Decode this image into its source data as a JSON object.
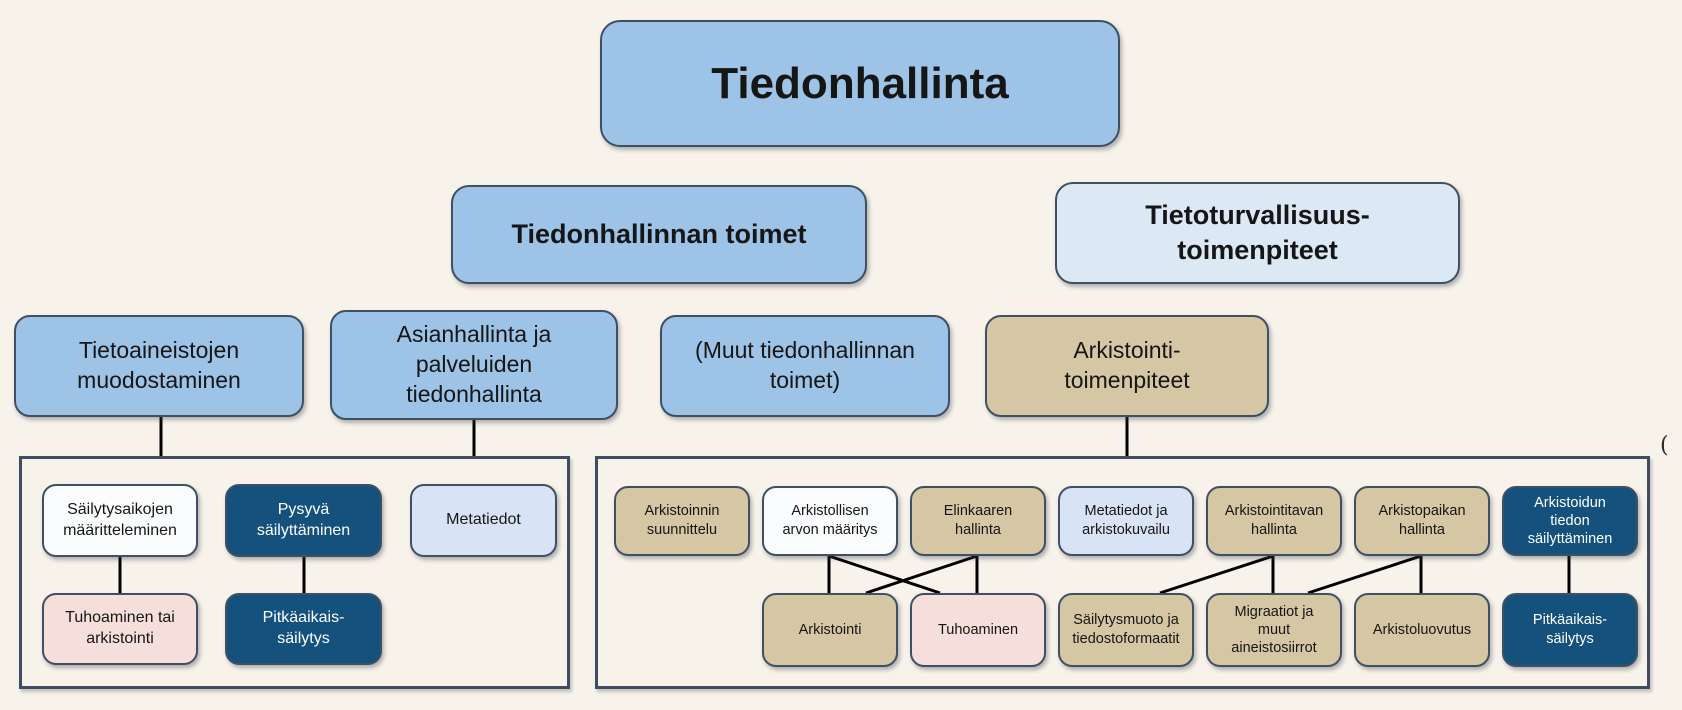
{
  "colors": {
    "background": "#f8f3ea",
    "blue": "#9dc3e6",
    "pale_blue": "#dce8f4",
    "metadata_blue": "#d8e3f6",
    "tan": "#d5c6a4",
    "navy": "#15517d",
    "pink": "#f6dedb",
    "white_box": "#fbfcfd",
    "box_border": "#3f5063",
    "connector": "#000000"
  },
  "nodes": {
    "root": {
      "label": "Tiedonhallinta"
    },
    "level2": [
      {
        "label": "Tiedonhallinnan toimet"
      },
      {
        "label": "Tietoturvallisuus-\ntoimenpiteet"
      }
    ],
    "level3": [
      {
        "label": "Tietoaineistojen\nmuodostaminen"
      },
      {
        "label": "Asianhallinta ja\npalveluiden\ntiedonhallinta"
      },
      {
        "label": "(Muut tiedonhallinnan\ntoimet)"
      },
      {
        "label": "Arkistointi-\ntoimenpiteet"
      }
    ],
    "left_group": {
      "row1": [
        {
          "label": "Säilytysaikojen\nmääritteleminen"
        },
        {
          "label": "Pysyvä\nsäilyttäminen"
        },
        {
          "label": "Metatiedot"
        }
      ],
      "row2": [
        {
          "label": "Tuhoaminen tai\narkistointi"
        },
        {
          "label": "Pitkäaikais-\nsäilytys"
        }
      ]
    },
    "right_group": {
      "row1": [
        {
          "label": "Arkistoinnin\nsuunnittelu"
        },
        {
          "label": "Arkistollisen\narvon määritys"
        },
        {
          "label": "Elinkaaren\nhallinta"
        },
        {
          "label": "Metatiedot ja\narkistokuvailu"
        },
        {
          "label": "Arkistointitavan\nhallinta"
        },
        {
          "label": "Arkistopaikan\nhallinta"
        },
        {
          "label": "Arkistoidun\ntiedon\nsäilyttäminen"
        }
      ],
      "row2": [
        {
          "label": "Arkistointi"
        },
        {
          "label": "Tuhoaminen"
        },
        {
          "label": "Säilytysmuoto ja\ntiedostoformaatit"
        },
        {
          "label": "Migraatiot ja\nmuut\naineistosiirrot"
        },
        {
          "label": "Arkistoluovutus"
        },
        {
          "label": "Pitkäaikais-\nsäilytys"
        }
      ]
    }
  },
  "artifact_mark": "("
}
